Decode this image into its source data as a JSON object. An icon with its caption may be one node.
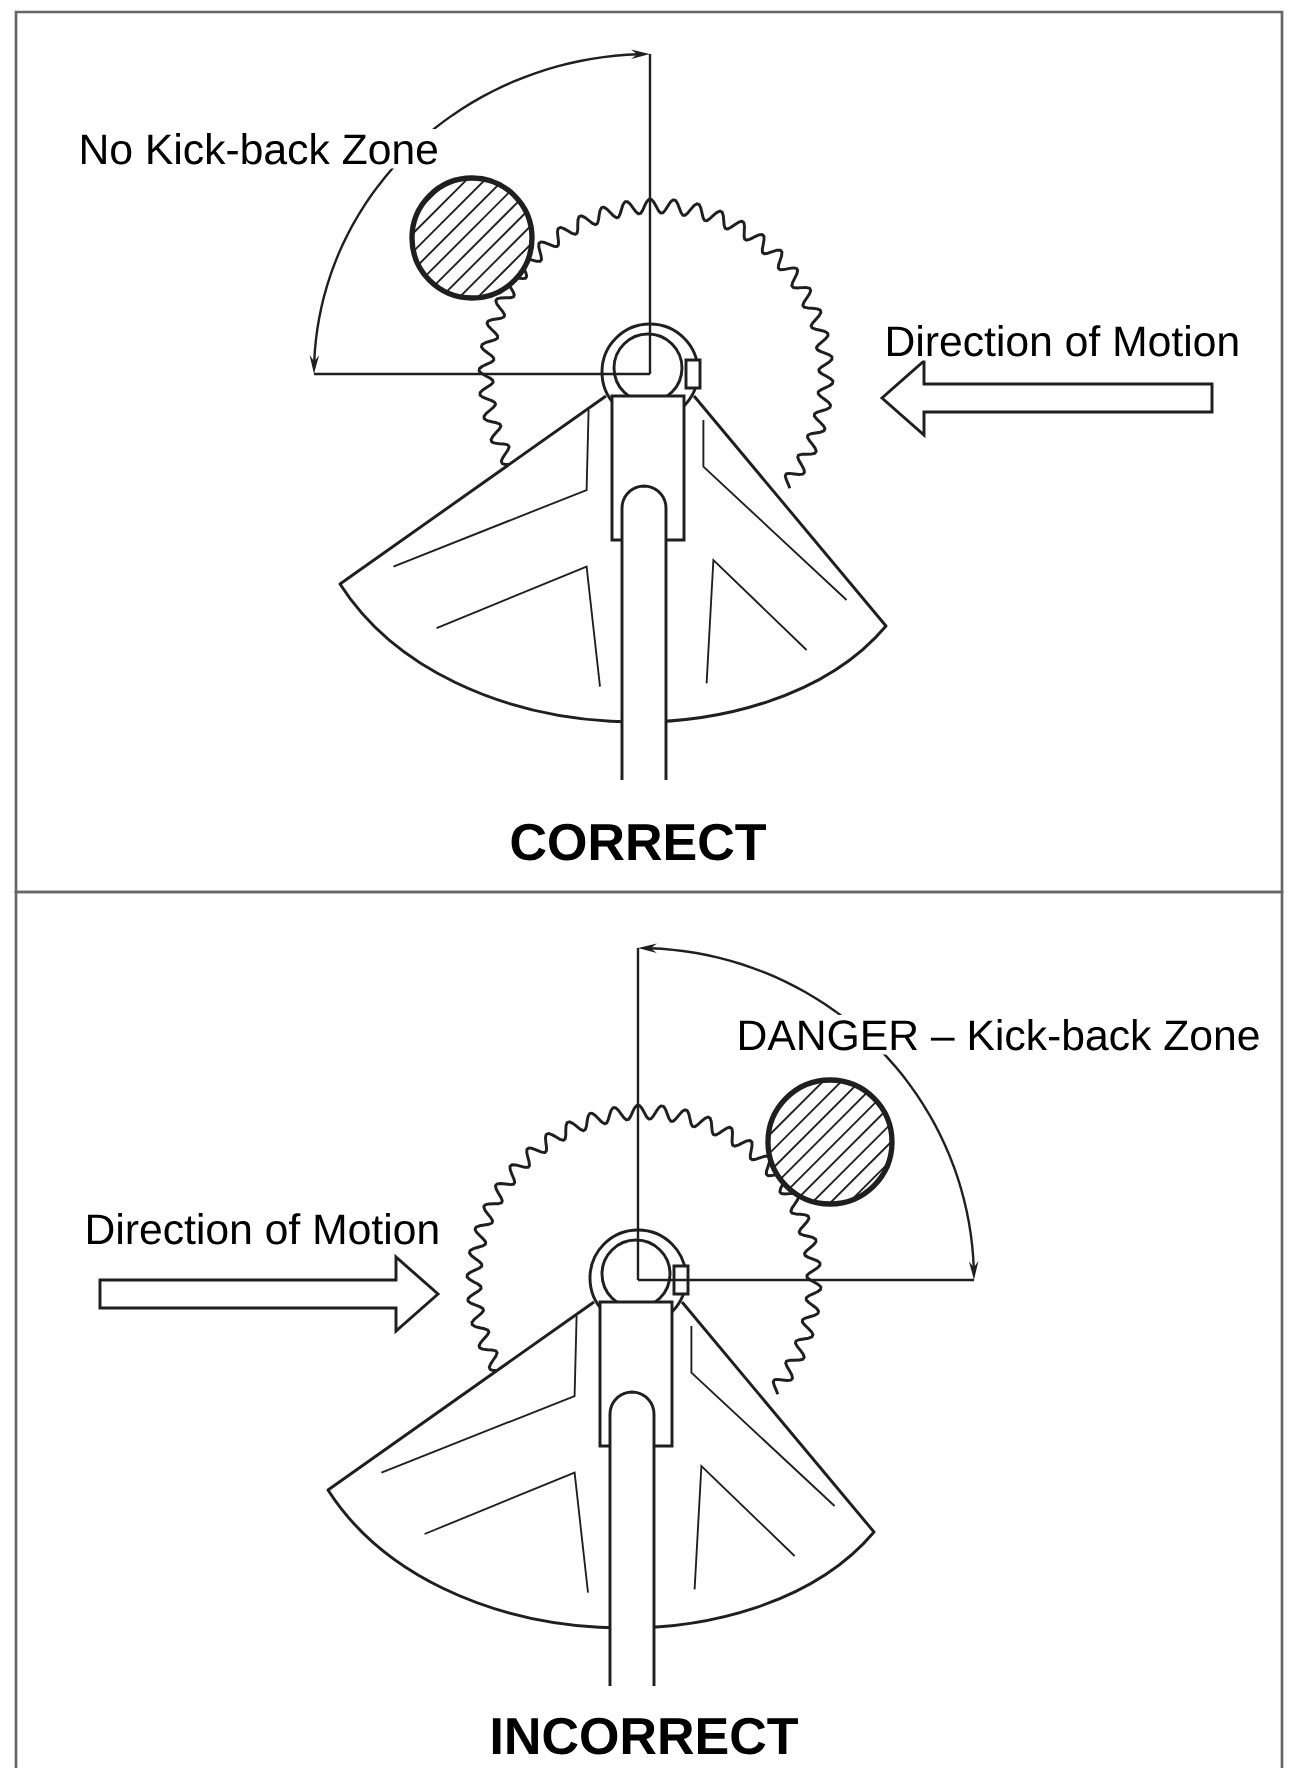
{
  "diagram": {
    "nodes": [
      {
        "text": [
          "CORRECT"
        ]
      },
      {
        "text": [
          "INCORRECT"
        ]
      }
    ],
    "labels": [
      "No Kick-back Zone",
      "Direction of Motion",
      "DANGER – Kick-back Zone",
      "Direction of Motion"
    ]
  }
}
